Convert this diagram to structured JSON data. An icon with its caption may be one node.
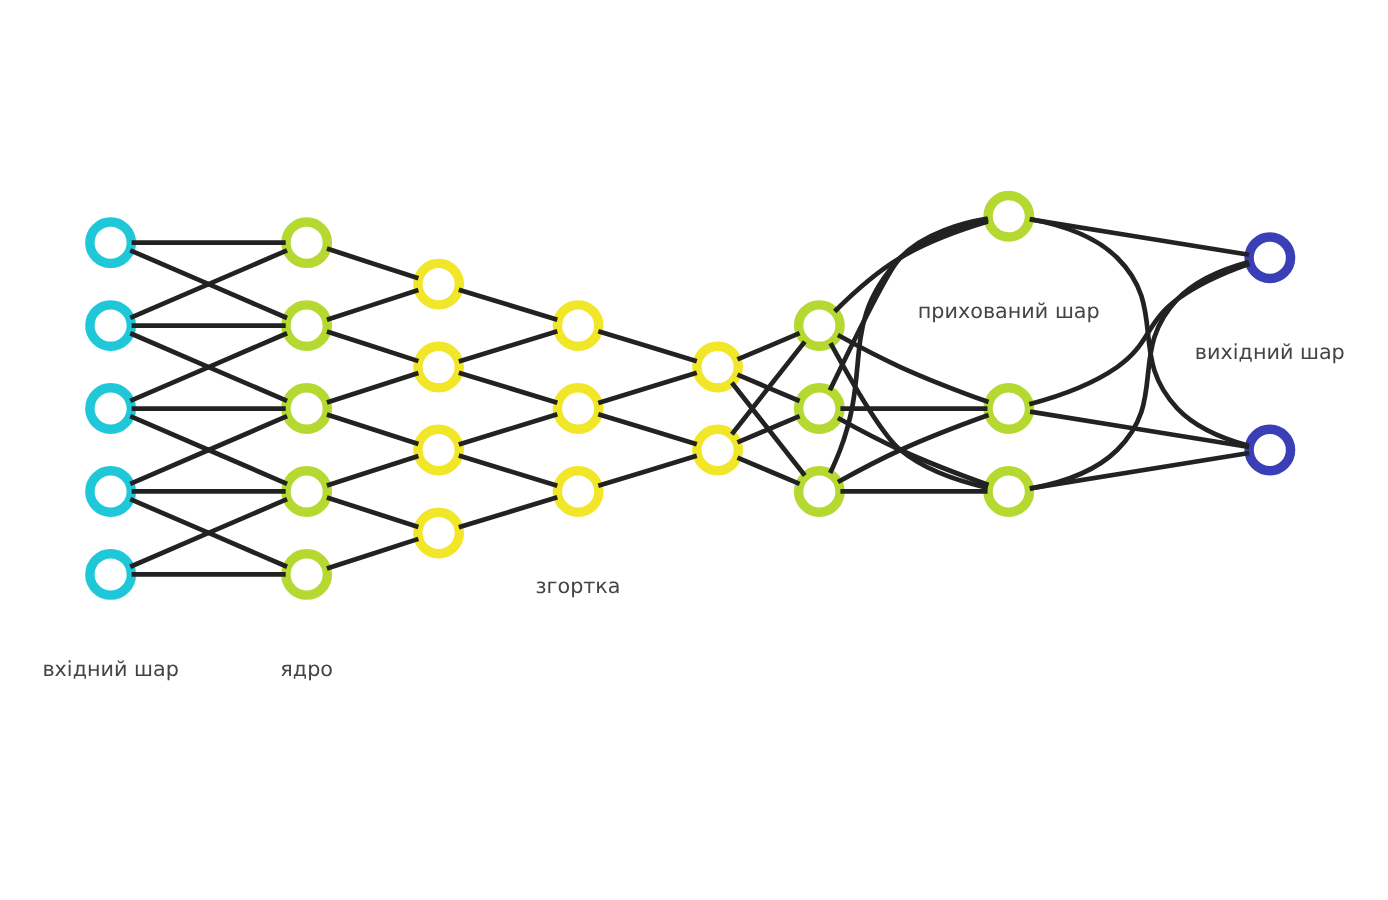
{
  "diagram": {
    "nodes": [
      {
        "text": [],
        "shape": "circle"
      },
      {
        "text": [],
        "shape": "circle"
      },
      {
        "text": [],
        "shape": "circle"
      },
      {
        "text": [],
        "shape": "circle"
      },
      {
        "text": [],
        "shape": "circle"
      },
      {
        "text": [],
        "shape": "circle"
      },
      {
        "text": [],
        "shape": "circle"
      },
      {
        "text": [],
        "shape": "circle"
      },
      {
        "text": [],
        "shape": "circle"
      },
      {
        "text": [],
        "shape": "circle"
      },
      {
        "text": [],
        "shape": "circle"
      },
      {
        "text": [],
        "shape": "circle"
      },
      {
        "text": [],
        "shape": "circle"
      },
      {
        "text": [],
        "shape": "circle"
      },
      {
        "text": [],
        "shape": "circle"
      },
      {
        "text": [],
        "shape": "circle"
      },
      {
        "text": [],
        "shape": "circle"
      },
      {
        "text": [],
        "shape": "circle"
      },
      {
        "text": [],
        "shape": "circle"
      },
      {
        "text": [],
        "shape": "circle"
      },
      {
        "text": [],
        "shape": "circle"
      },
      {
        "text": [],
        "shape": "circle"
      },
      {
        "text": [],
        "shape": "circle"
      },
      {
        "text": [],
        "shape": "circle"
      },
      {
        "text": [],
        "shape": "circle"
      },
      {
        "text": [],
        "shape": "circle"
      },
      {
        "text": [],
        "shape": "circle"
      }
    ],
    "edges": [
      {
        "from": 0,
        "to": 5,
        "arrow": "none"
      },
      {
        "from": 0,
        "to": 6,
        "arrow": "none"
      },
      {
        "from": 1,
        "to": 5,
        "arrow": "none"
      },
      {
        "from": 1,
        "to": 6,
        "arrow": "none"
      },
      {
        "from": 1,
        "to": 7,
        "arrow": "none"
      },
      {
        "from": 2,
        "to": 6,
        "arrow": "none"
      },
      {
        "from": 2,
        "to": 7,
        "arrow": "none"
      },
      {
        "from": 2,
        "to": 8,
        "arrow": "none"
      },
      {
        "from": 3,
        "to": 7,
        "arrow": "none"
      },
      {
        "from": 3,
        "to": 8,
        "arrow": "none"
      },
      {
        "from": 3,
        "to": 9,
        "arrow": "none"
      },
      {
        "from": 4,
        "to": 8,
        "arrow": "none"
      },
      {
        "from": 4,
        "to": 9,
        "arrow": "none"
      },
      {
        "from": 5,
        "to": 10,
        "arrow": "none"
      },
      {
        "from": 6,
        "to": 10,
        "arrow": "none"
      },
      {
        "from": 6,
        "to": 11,
        "arrow": "none"
      },
      {
        "from": 7,
        "to": 11,
        "arrow": "none"
      },
      {
        "from": 7,
        "to": 12,
        "arrow": "none"
      },
      {
        "from": 8,
        "to": 12,
        "arrow": "none"
      },
      {
        "from": 8,
        "to": 13,
        "arrow": "none"
      },
      {
        "from": 9,
        "to": 13,
        "arrow": "none"
      },
      {
        "from": 10,
        "to": 14,
        "arrow": "none"
      },
      {
        "from": 11,
        "to": 14,
        "arrow": "none"
      },
      {
        "from": 11,
        "to": 15,
        "arrow": "none"
      },
      {
        "from": 12,
        "to": 15,
        "arrow": "none"
      },
      {
        "from": 12,
        "to": 16,
        "arrow": "none"
      },
      {
        "from": 13,
        "to": 16,
        "arrow": "none"
      },
      {
        "from": 14,
        "to": 17,
        "arrow": "none"
      },
      {
        "from": 15,
        "to": 17,
        "arrow": "none"
      },
      {
        "from": 15,
        "to": 18,
        "arrow": "none"
      },
      {
        "from": 16,
        "to": 18,
        "arrow": "none"
      },
      {
        "from": 17,
        "to": 19,
        "arrow": "none"
      },
      {
        "from": 17,
        "to": 20,
        "arrow": "none"
      },
      {
        "from": 17,
        "to": 21,
        "arrow": "none"
      },
      {
        "from": 18,
        "to": 19,
        "arrow": "none"
      },
      {
        "from": 18,
        "to": 20,
        "arrow": "none"
      },
      {
        "from": 18,
        "to": 21,
        "arrow": "none"
      },
      {
        "from": 19,
        "to": 22,
        "arrow": "none"
      },
      {
        "from": 19,
        "to": 23,
        "arrow": "none"
      },
      {
        "from": 19,
        "to": 24,
        "arrow": "none"
      },
      {
        "from": 20,
        "to": 22,
        "arrow": "none"
      },
      {
        "from": 20,
        "to": 23,
        "arrow": "none"
      },
      {
        "from": 20,
        "to": 24,
        "arrow": "none"
      },
      {
        "from": 21,
        "to": 22,
        "arrow": "none"
      },
      {
        "from": 21,
        "to": 23,
        "arrow": "none"
      },
      {
        "from": 21,
        "to": 24,
        "arrow": "none"
      },
      {
        "from": 22,
        "to": 25,
        "arrow": "none"
      },
      {
        "from": 22,
        "to": 26,
        "arrow": "none"
      },
      {
        "from": 23,
        "to": 25,
        "arrow": "none"
      },
      {
        "from": 23,
        "to": 26,
        "arrow": "none"
      },
      {
        "from": 24,
        "to": 25,
        "arrow": "none"
      },
      {
        "from": 24,
        "to": 26,
        "arrow": "none"
      }
    ],
    "labels": [
      "вхідний шар",
      "ядро",
      "згортка",
      "прихований шар",
      "вихідний шар"
    ]
  }
}
